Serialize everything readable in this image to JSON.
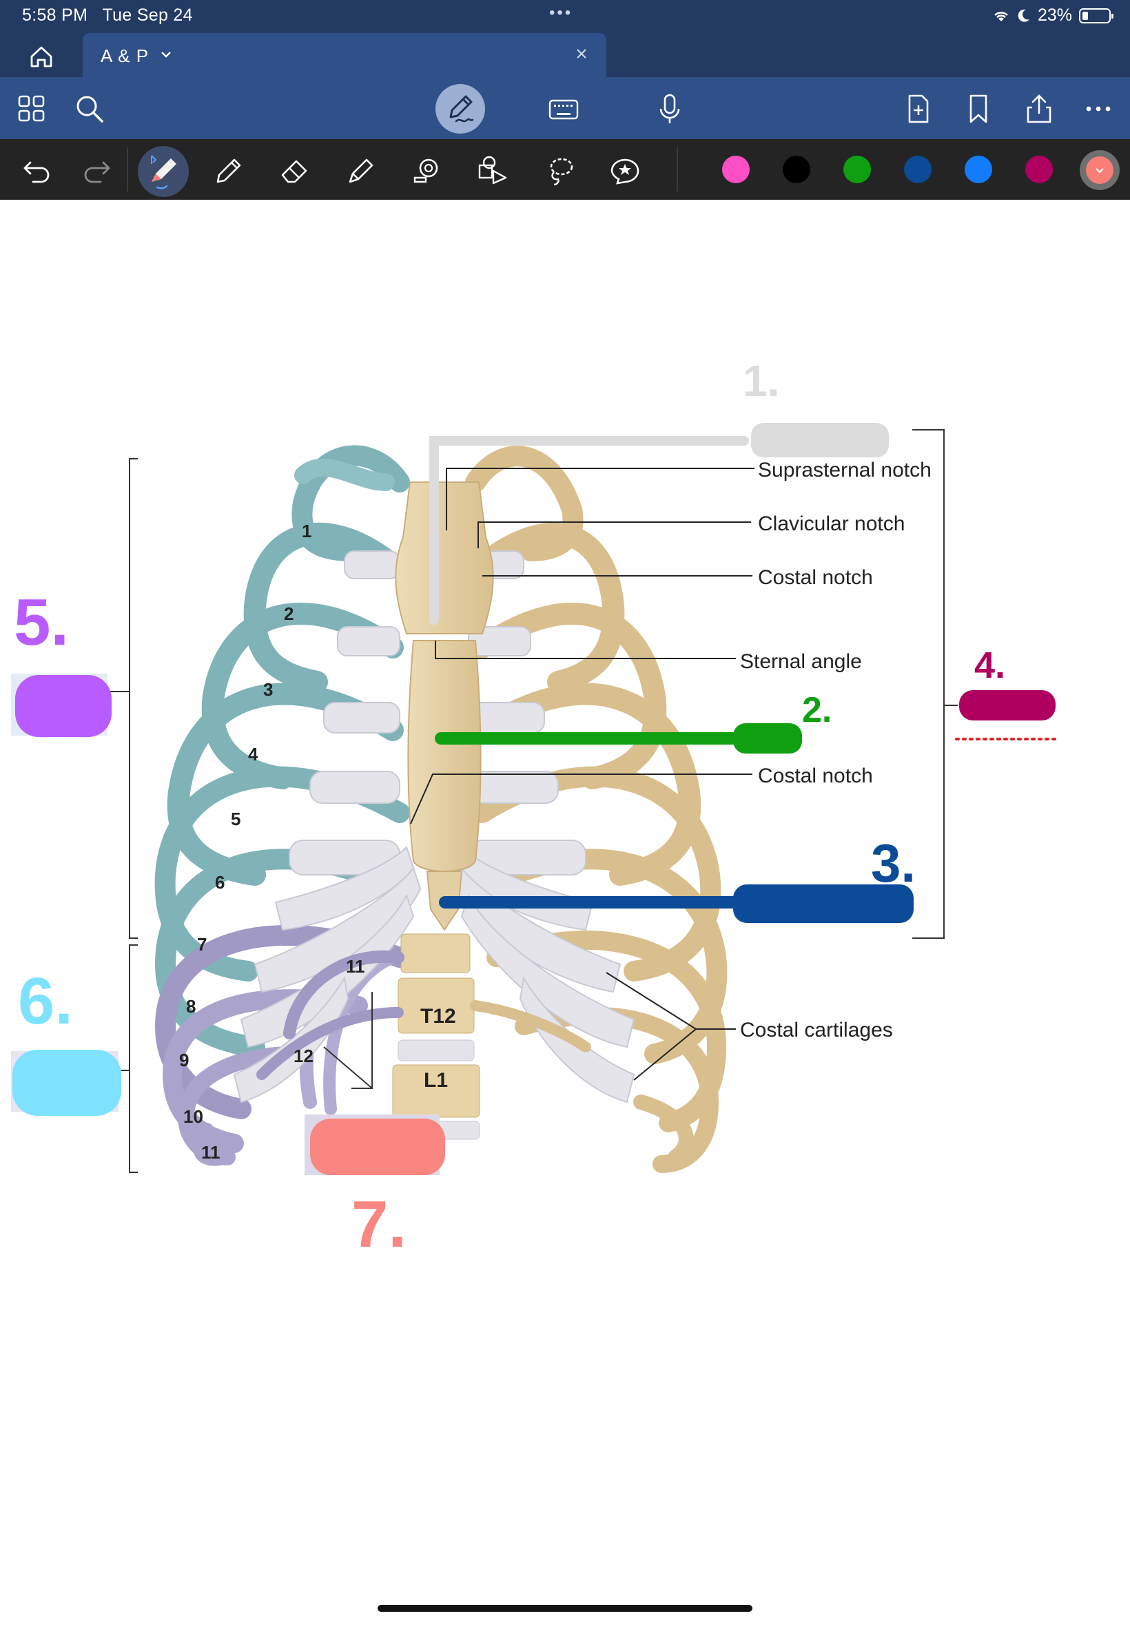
{
  "status": {
    "time": "5:58 PM",
    "date": "Tue Sep 24",
    "battery": "23%",
    "battery_level": 0.23
  },
  "tab": {
    "title": "A & P"
  },
  "diagram": {
    "labels": {
      "suprasternal_notch": "Suprasternal notch",
      "clavicular_notch": "Clavicular notch",
      "costal_notch_upper": "Costal notch",
      "sternal_angle": "Sternal angle",
      "costal_notch_lower": "Costal notch",
      "costal_cartilages": "Costal cartilages",
      "t12": "T12",
      "l1": "L1"
    },
    "rib_numbers_left": [
      "1",
      "2",
      "3",
      "4",
      "5",
      "6",
      "7",
      "8",
      "9",
      "10",
      "11"
    ],
    "rib_numbers_back": [
      "11",
      "12"
    ],
    "annotations": [
      "1.",
      "2.",
      "3.",
      "4.",
      "5.",
      "6.",
      "7."
    ]
  },
  "palette": [
    "#ff4fc6",
    "#000000",
    "#0ea010",
    "#0b4b97",
    "#137cfb",
    "#b0005f",
    "#f97e76"
  ]
}
